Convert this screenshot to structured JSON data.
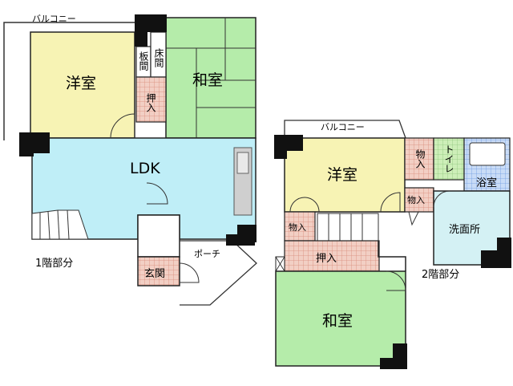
{
  "floor1": {
    "caption": "1階部分",
    "balcony": "バルコニー",
    "western_room": "洋室",
    "japanese_room": "和室",
    "itama": "板間",
    "tokonoma": "床間",
    "oshiire": "押入",
    "ldk": "LDK",
    "genkan": "玄関",
    "porch": "ポーチ"
  },
  "floor2": {
    "caption": "2階部分",
    "balcony": "バルコニー",
    "western_room": "洋室",
    "monoire_1": "物入",
    "toilet": "トイレ",
    "bath": "浴室",
    "monoire_2": "物入",
    "monoire_3": "物入",
    "washroom": "洗面所",
    "oshiire": "押入",
    "japanese_room": "和室"
  },
  "colors": {
    "western": "#f7f3b4",
    "japanese": "#b5ecaa",
    "ldk": "#bfeef7",
    "closet": "#f2cfc4",
    "toilet": "#cdeeb8",
    "bath": "#c9dcf7",
    "wash": "#d4f1f4",
    "wall": "#111111"
  }
}
